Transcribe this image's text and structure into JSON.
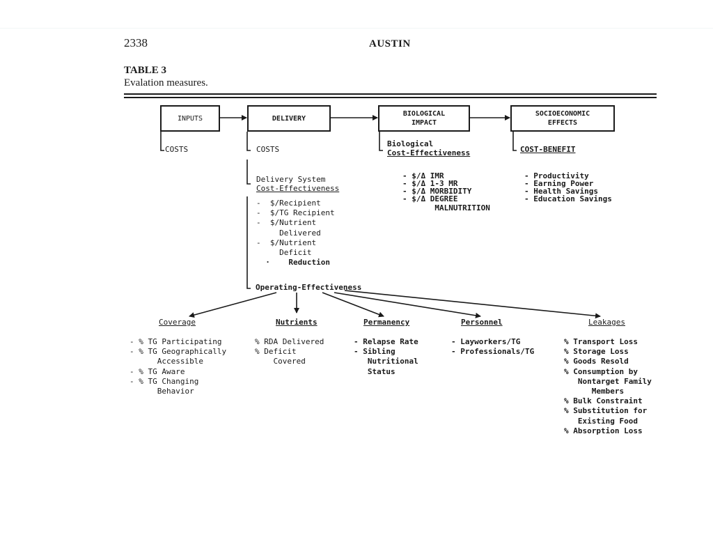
{
  "header": {
    "page_number": "2338",
    "running_head": "AUSTIN"
  },
  "table": {
    "label": "TABLE 3",
    "caption": "Evalation measures."
  },
  "boxes": {
    "inputs": "INPUTS",
    "delivery": "DELIVERY",
    "biological_impact": "BIOLOGICAL\nIMPACT",
    "socioeconomic_effects": "SOCIOECONOMIC\nEFFECTS"
  },
  "branches": {
    "inputs_costs": "COSTS",
    "delivery_costs": "COSTS",
    "biological_ce_line1": "Biological",
    "biological_ce_line2": "Cost-Effectiveness",
    "cost_benefit": "COST-BENEFIT",
    "delivery_ce_line1": "Delivery System",
    "delivery_ce_line2": "Cost-Effectiveness",
    "operating_effectiveness": "Operating-Effectiveness"
  },
  "lists": {
    "delivery_ce": [
      "-  $/Recipient",
      "-  $/TG Recipient",
      "-  $/Nutrient",
      "     Delivered",
      "-  $/Nutrient",
      "     Deficit",
      "  ·    Reduction"
    ],
    "biological": [
      "- $/Δ IMR",
      "",
      "- $/Δ 1-3 MR",
      "",
      "- $/Δ MORBIDITY",
      "",
      "- $/Δ DEGREE",
      "       MALNUTRITION"
    ],
    "socioeconomic": [
      "- Productivity",
      "",
      "- Earning Power",
      "",
      "- Health Savings",
      "",
      "- Education Savings"
    ]
  },
  "categories": {
    "coverage": {
      "title": "Coverage",
      "items": [
        "- % TG Participating",
        "- % TG Geographically",
        "      Accessible",
        "- % TG Aware",
        "- % TG Changing",
        "      Behavior"
      ]
    },
    "nutrients": {
      "title": "Nutrients",
      "items": [
        "% RDA Delivered",
        "",
        "% Deficit",
        "    Covered"
      ]
    },
    "permanency": {
      "title": "Permanency",
      "items": [
        "- Relapse Rate",
        "",
        "- Sibling",
        "   Nutritional",
        "   Status"
      ]
    },
    "personnel": {
      "title": "Personnel",
      "items": [
        "- Layworkers/TG",
        "",
        "- Professionals/TG"
      ]
    },
    "leakages": {
      "title": "Leakages",
      "items": [
        "% Transport Loss",
        "% Storage Loss",
        "% Goods Resold",
        "% Consumption by",
        "   Nontarget Family",
        "      Members",
        "% Bulk Constraint",
        "% Substitution for",
        "   Existing Food",
        "% Absorption Loss"
      ]
    }
  }
}
